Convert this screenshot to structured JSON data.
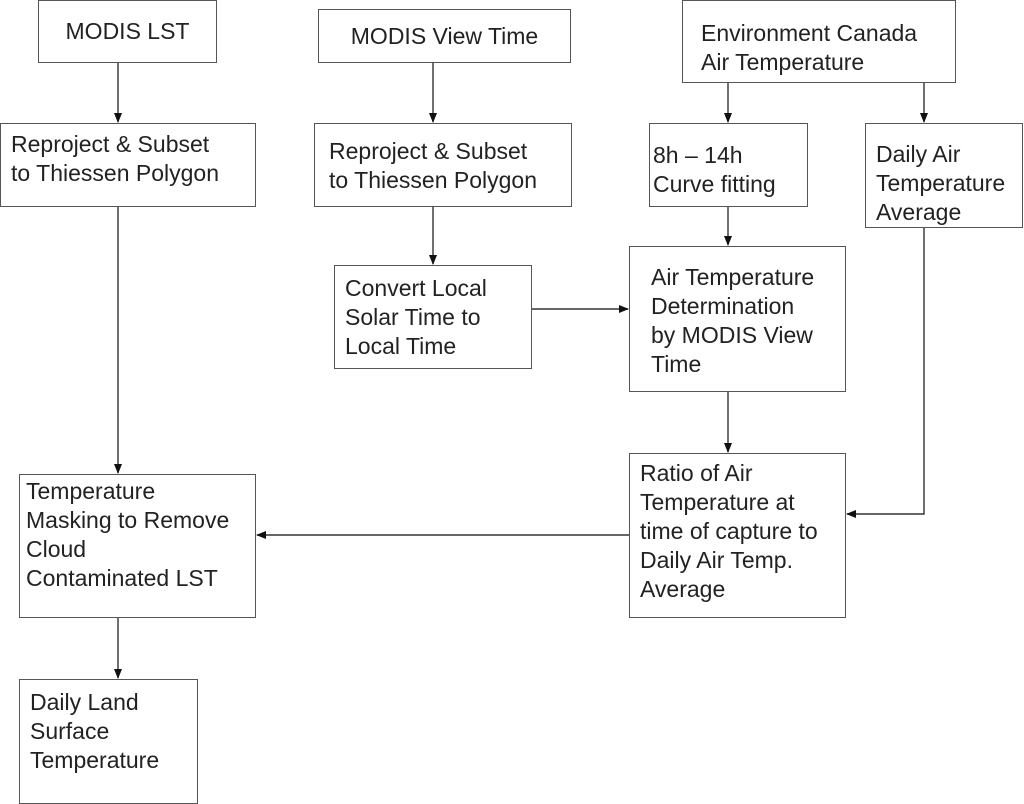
{
  "diagram": {
    "nodes": {
      "modis_lst": [
        "MODIS LST"
      ],
      "modis_view_time": [
        "MODIS View Time"
      ],
      "env_canada": [
        "Environment Canada",
        "Air Temperature"
      ],
      "reproject_lst": [
        "Reproject & Subset",
        "to Thiessen Polygon"
      ],
      "reproject_view": [
        "Reproject & Subset",
        "to Thiessen Polygon"
      ],
      "curve_fitting": [
        "8h – 14h",
        "Curve fitting"
      ],
      "daily_air_avg": [
        "Daily Air",
        "Temperature",
        "Average"
      ],
      "convert_time": [
        "Convert Local",
        "Solar Time to",
        "Local Time"
      ],
      "air_temp_determination": [
        "Air Temperature",
        "Determination",
        "by MODIS View",
        "Time"
      ],
      "ratio": [
        "Ratio of Air",
        "Temperature at",
        "time of capture to",
        "Daily Air Temp.",
        "Average"
      ],
      "masking": [
        "Temperature",
        "Masking to Remove",
        "Cloud",
        "Contaminated LST"
      ],
      "daily_lst": [
        "Daily Land",
        "Surface",
        "Temperature"
      ]
    },
    "edges": [
      [
        "modis_lst",
        "reproject_lst"
      ],
      [
        "modis_view_time",
        "reproject_view"
      ],
      [
        "env_canada",
        "curve_fitting"
      ],
      [
        "env_canada",
        "daily_air_avg"
      ],
      [
        "reproject_view",
        "convert_time"
      ],
      [
        "curve_fitting",
        "air_temp_determination"
      ],
      [
        "convert_time",
        "air_temp_determination"
      ],
      [
        "air_temp_determination",
        "ratio"
      ],
      [
        "daily_air_avg",
        "ratio"
      ],
      [
        "reproject_lst",
        "masking"
      ],
      [
        "ratio",
        "masking"
      ],
      [
        "masking",
        "daily_lst"
      ]
    ],
    "colors": {
      "stroke": "#555555",
      "arrow": "#111111",
      "text": "#222222",
      "background": "#ffffff"
    }
  }
}
